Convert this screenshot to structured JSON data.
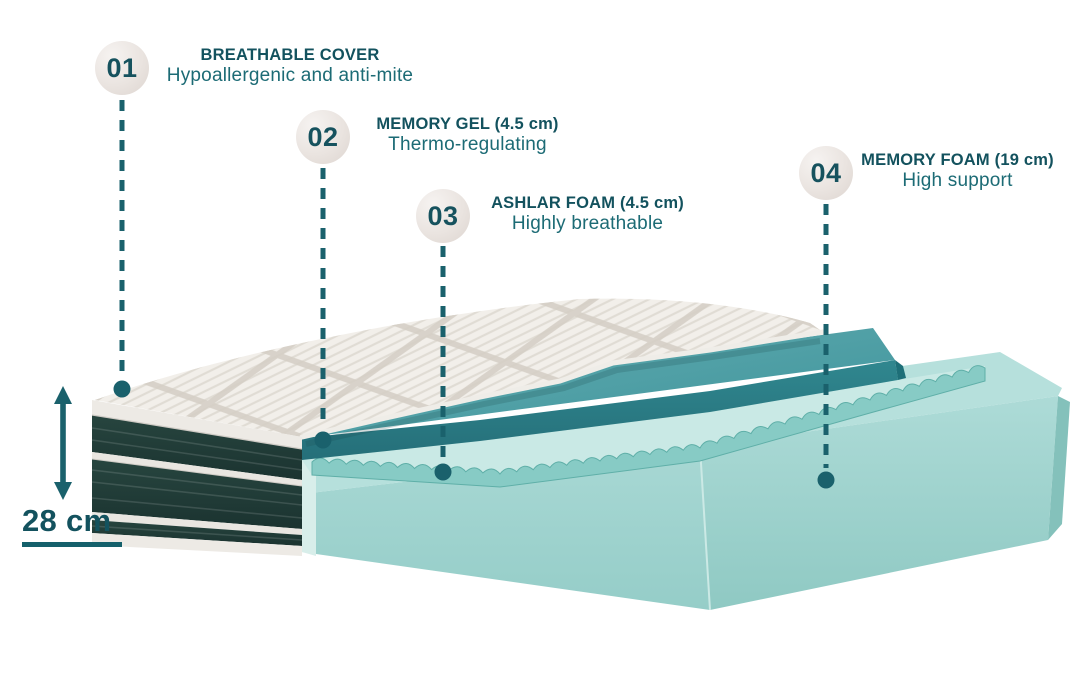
{
  "figure": {
    "description": "Mattress layers exploded diagram",
    "height_label": "28 cm"
  },
  "callouts": [
    {
      "number": "01",
      "title": "BREATHABLE COVER",
      "subtitle": "Hypoallergenic and anti-mite"
    },
    {
      "number": "02",
      "title": "MEMORY GEL (4.5 cm)",
      "subtitle": "Thermo-regulating"
    },
    {
      "number": "03",
      "title": "ASHLAR FOAM (4.5 cm)",
      "subtitle": "Highly breathable"
    },
    {
      "number": "04",
      "title": "MEMORY FOAM (19 cm)",
      "subtitle": "High support"
    }
  ],
  "colors": {
    "accent_teal_dark": "#13525E",
    "subtitle_teal": "#1C6B75",
    "connector_teal": "#1A616C",
    "badge_bg": "#EAE4E0",
    "gel_top": "#449AA1",
    "gel_front": "#2C828B",
    "foam_light_top": "#B6E0DC",
    "foam_light_front": "#A3D5D0",
    "wave_foam": "#87CBC5",
    "fabric_dark": "#223F3C",
    "cover_white": "#F2EFEA"
  }
}
